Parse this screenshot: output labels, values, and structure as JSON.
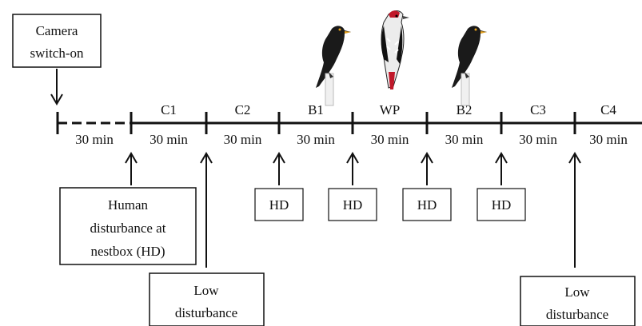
{
  "camera_label": [
    "Camera",
    "switch-on"
  ],
  "phases": [
    {
      "label": "",
      "duration": "30 min"
    },
    {
      "label": "C1",
      "duration": "30 min"
    },
    {
      "label": "C2",
      "duration": "30 min"
    },
    {
      "label": "B1",
      "duration": "30 min"
    },
    {
      "label": "WP",
      "duration": "30 min"
    },
    {
      "label": "B2",
      "duration": "30 min"
    },
    {
      "label": "C3",
      "duration": "30 min"
    },
    {
      "label": "C4",
      "duration": "30 min"
    }
  ],
  "human_disturbance_box": [
    "Human",
    "disturbance at",
    "nestbox (HD)"
  ],
  "hd_label": "HD",
  "low_disturbance_box": [
    "Low",
    "disturbance"
  ],
  "birds": [
    "blackbird-icon",
    "woodpecker-icon",
    "blackbird-icon"
  ],
  "colors": {
    "line": "#111111",
    "blackbird": "#1a1a1a",
    "woodpecker_red": "#c0182a"
  }
}
